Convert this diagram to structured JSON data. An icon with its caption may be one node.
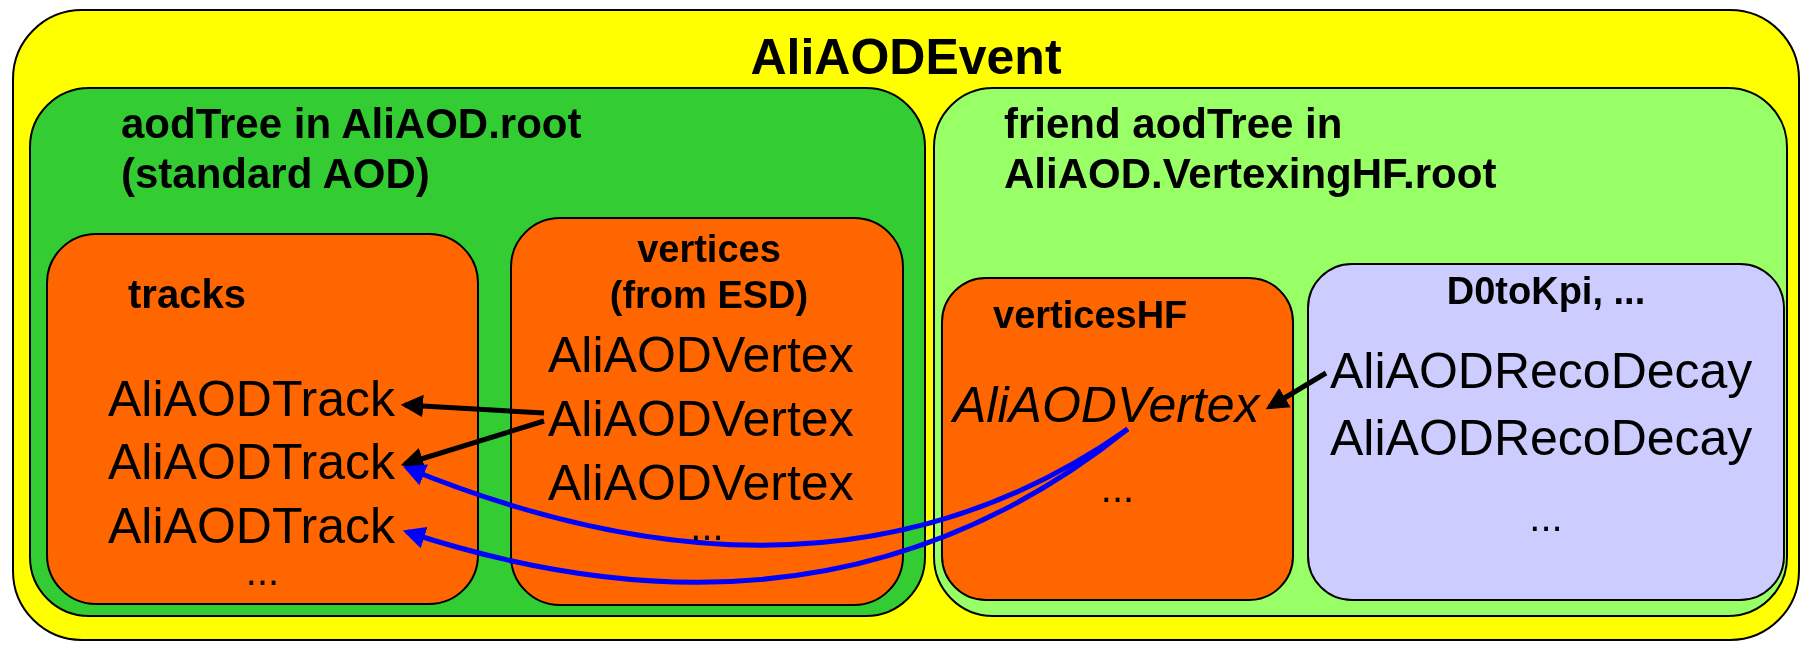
{
  "diagram": {
    "nodes": [
      {
        "text": [
          "AliAODEvent"
        ]
      },
      {
        "text": [
          "aodTree in AliAOD.root (standard AOD)"
        ],
        "in": 0
      },
      {
        "text": [
          "friend aodTree in AliAOD.VertexingHF.root"
        ],
        "in": 0
      },
      {
        "text": [
          "tracks",
          "..."
        ],
        "in": 1
      },
      {
        "text": [
          "AliAODTrack"
        ],
        "in": 3
      },
      {
        "text": [
          "AliAODTrack"
        ],
        "in": 3
      },
      {
        "text": [
          "AliAODTrack"
        ],
        "in": 3
      },
      {
        "text": [
          "vertices (from ESD)",
          "..."
        ],
        "in": 1
      },
      {
        "text": [
          "AliAODVertex"
        ],
        "in": 7
      },
      {
        "text": [
          "AliAODVertex"
        ],
        "in": 7
      },
      {
        "text": [
          "AliAODVertex"
        ],
        "in": 7
      },
      {
        "text": [
          "verticesHF",
          "..."
        ],
        "in": 2
      },
      {
        "text": [
          "AliAODVertex"
        ],
        "in": 11
      },
      {
        "text": [
          "D0toKpi, ...",
          "..."
        ],
        "in": 2
      },
      {
        "text": [
          "AliAODRecoDecay"
        ],
        "in": 13
      },
      {
        "text": [
          "AliAODRecoDecay"
        ],
        "in": 13
      }
    ],
    "edges": [
      {
        "from": 9,
        "to": 4,
        "arrow": "to"
      },
      {
        "from": 9,
        "to": 5,
        "arrow": "to"
      },
      {
        "from": 12,
        "to": 5,
        "arrow": "to",
        "color": "#0000ff"
      },
      {
        "from": 12,
        "to": 6,
        "arrow": "to",
        "color": "#0000ff"
      },
      {
        "from": 14,
        "to": 12,
        "arrow": "to"
      }
    ]
  }
}
